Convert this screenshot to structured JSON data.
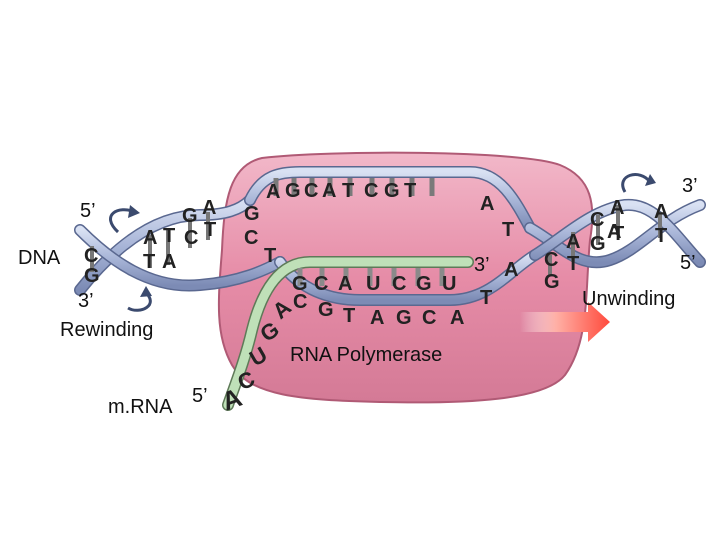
{
  "labels": {
    "dna": "DNA",
    "five_prime_left": "5’",
    "three_prime_left": "3’",
    "rewinding": "Rewinding",
    "mrna": "m.RNA",
    "mrna_five_prime": "5’",
    "three_prime_rna": "3’",
    "rna_polymerase": "RNA Polymerase",
    "three_prime_right": "3’",
    "five_prime_right": "5’",
    "unwinding": "Unwinding"
  },
  "bases": {
    "left_top": [
      "G",
      "A"
    ],
    "left_mid": [
      "A",
      "T",
      "C",
      "T"
    ],
    "left_bottom": [
      "T",
      "A"
    ],
    "left_end": [
      "C",
      "G"
    ],
    "bubble_top": [
      "A",
      "G",
      "C",
      "A",
      "T",
      "C",
      "G",
      "T",
      "A"
    ],
    "bubble_top_left": [
      "G",
      "C"
    ],
    "bubble_left_t": "T",
    "bubble_right": [
      "T",
      "A",
      "T"
    ],
    "template": [
      "C",
      "G",
      "T",
      "A",
      "G",
      "C",
      "A"
    ],
    "rna_in_bubble": [
      "G",
      "C",
      "A",
      "U",
      "C",
      "G",
      "U"
    ],
    "right_pairs": [
      "C",
      "G",
      "A",
      "T"
    ],
    "right_mid": [
      "A",
      "G",
      "C",
      "A",
      "T"
    ],
    "right_end": [
      "A",
      "T"
    ]
  },
  "mrna_exiting": [
    "A",
    "C",
    "U",
    "G",
    "A"
  ],
  "colors": {
    "polymerase": "#e89ab1",
    "polymerase_edge": "#b05a75",
    "dna_strand": "#a9b6d8",
    "dna_strand_edge": "#5a6890",
    "rna_strand": "#bfe0b8",
    "arrow": "#ff5a4e"
  }
}
